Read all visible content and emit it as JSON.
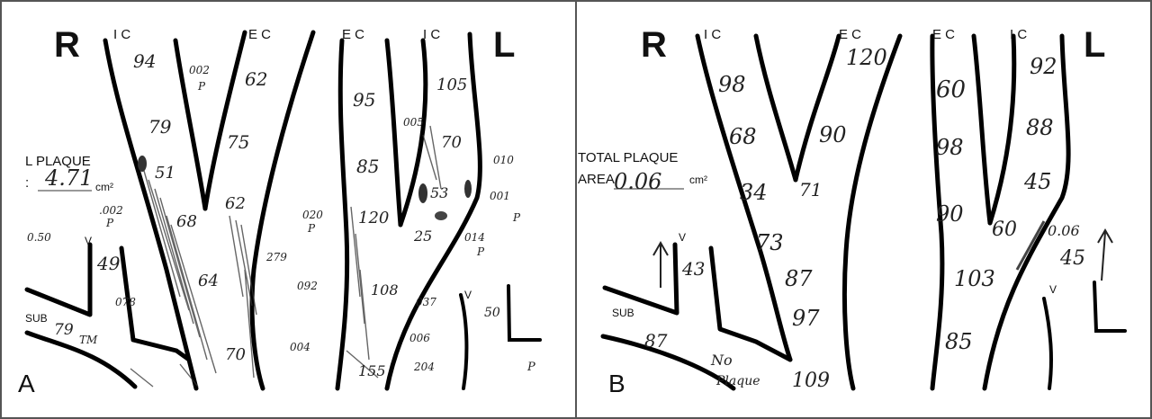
{
  "panels": [
    {
      "panel_letter": "A",
      "side_left": "R",
      "side_right": "L",
      "vessel_labels": {
        "ic_left": "I C",
        "ec_left": "E C",
        "ec_right": "E C",
        "ic_right": "I C",
        "v_left": "V",
        "v_right": "V",
        "sub": "SUB"
      },
      "plaque_title": "L PLAQUE",
      "plaque_prefix": ":",
      "plaque_value": "4.71",
      "plaque_unit": "cm²",
      "handwritten": [
        "94",
        "79",
        "51",
        "68",
        "49",
        "79",
        "62",
        "75",
        "62",
        "64",
        "70",
        "95",
        "85",
        "120",
        "105",
        "70",
        "53",
        "25",
        "108",
        "155",
        "002",
        "P",
        ".002",
        "P",
        "0.50",
        "TM",
        "078",
        "279",
        "092",
        "020",
        "P",
        "037",
        "006",
        "204",
        "005",
        "010",
        "001",
        "P",
        "014",
        "P",
        "50",
        "004",
        "P"
      ]
    },
    {
      "panel_letter": "B",
      "side_left": "R",
      "side_right": "L",
      "vessel_labels": {
        "ic_left": "I C",
        "ec_left": "E C",
        "ec_right": "E C",
        "ic_right": "I C",
        "v_left": "V",
        "v_right": "V",
        "sub": "SUB"
      },
      "plaque_title": "TOTAL PLAQUE",
      "plaque_prefix": "AREA",
      "plaque_value": "0.06",
      "plaque_unit": "cm²",
      "handwritten": [
        "98",
        "68",
        "34",
        "73",
        "87",
        "97",
        "109",
        "120",
        "90",
        "71",
        "43",
        "87",
        "60",
        "98",
        "90",
        "60",
        "103",
        "85",
        "92",
        "88",
        "45",
        "0.06",
        "45",
        "No",
        "Plaque"
      ]
    }
  ]
}
